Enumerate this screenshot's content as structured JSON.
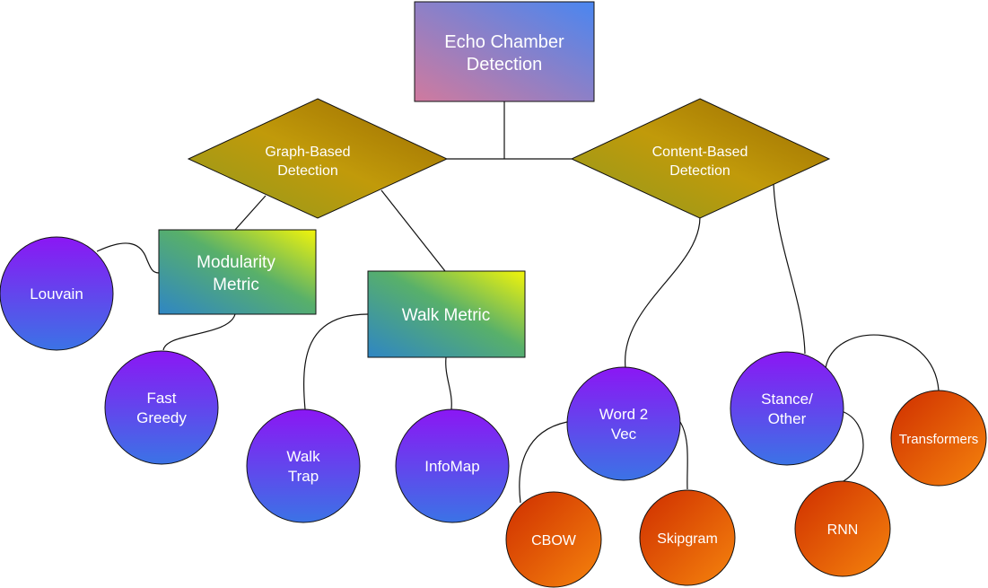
{
  "nodes": {
    "root": {
      "line1": "Echo Chamber",
      "line2": "Detection"
    },
    "graph_based": {
      "line1": "Graph-Based",
      "line2": "Detection"
    },
    "content_based": {
      "line1": "Content-Based",
      "line2": "Detection"
    },
    "modularity": {
      "line1": "Modularity",
      "line2": "Metric"
    },
    "walk_metric": {
      "line1": "Walk Metric"
    },
    "louvain": {
      "line1": "Louvain"
    },
    "fast_greedy": {
      "line1": "Fast",
      "line2": "Greedy"
    },
    "walk_trap": {
      "line1": "Walk",
      "line2": "Trap"
    },
    "infomap": {
      "line1": "InfoMap"
    },
    "word2vec": {
      "line1": "Word 2",
      "line2": "Vec"
    },
    "stance": {
      "line1": "Stance/",
      "line2": "Other"
    },
    "cbow": {
      "line1": "CBOW"
    },
    "skipgram": {
      "line1": "Skipgram"
    },
    "rnn": {
      "line1": "RNN"
    },
    "transformers": {
      "line1": "Transformers"
    }
  },
  "colors": {
    "root_start": "#d07a9e",
    "root_end": "#4a86f0",
    "diamond_start": "#8f9a1f",
    "diamond_mid": "#c19a0a",
    "diamond_end": "#9a6a00",
    "rect_start": "#2f86c4",
    "rect_mid": "#58b06a",
    "rect_end": "#f2f40a",
    "purple_top": "#8b17f4",
    "purple_bottom": "#3b73e6",
    "orange_top": "#cf2e00",
    "orange_bottom": "#f5840d",
    "edge": "#111111"
  }
}
